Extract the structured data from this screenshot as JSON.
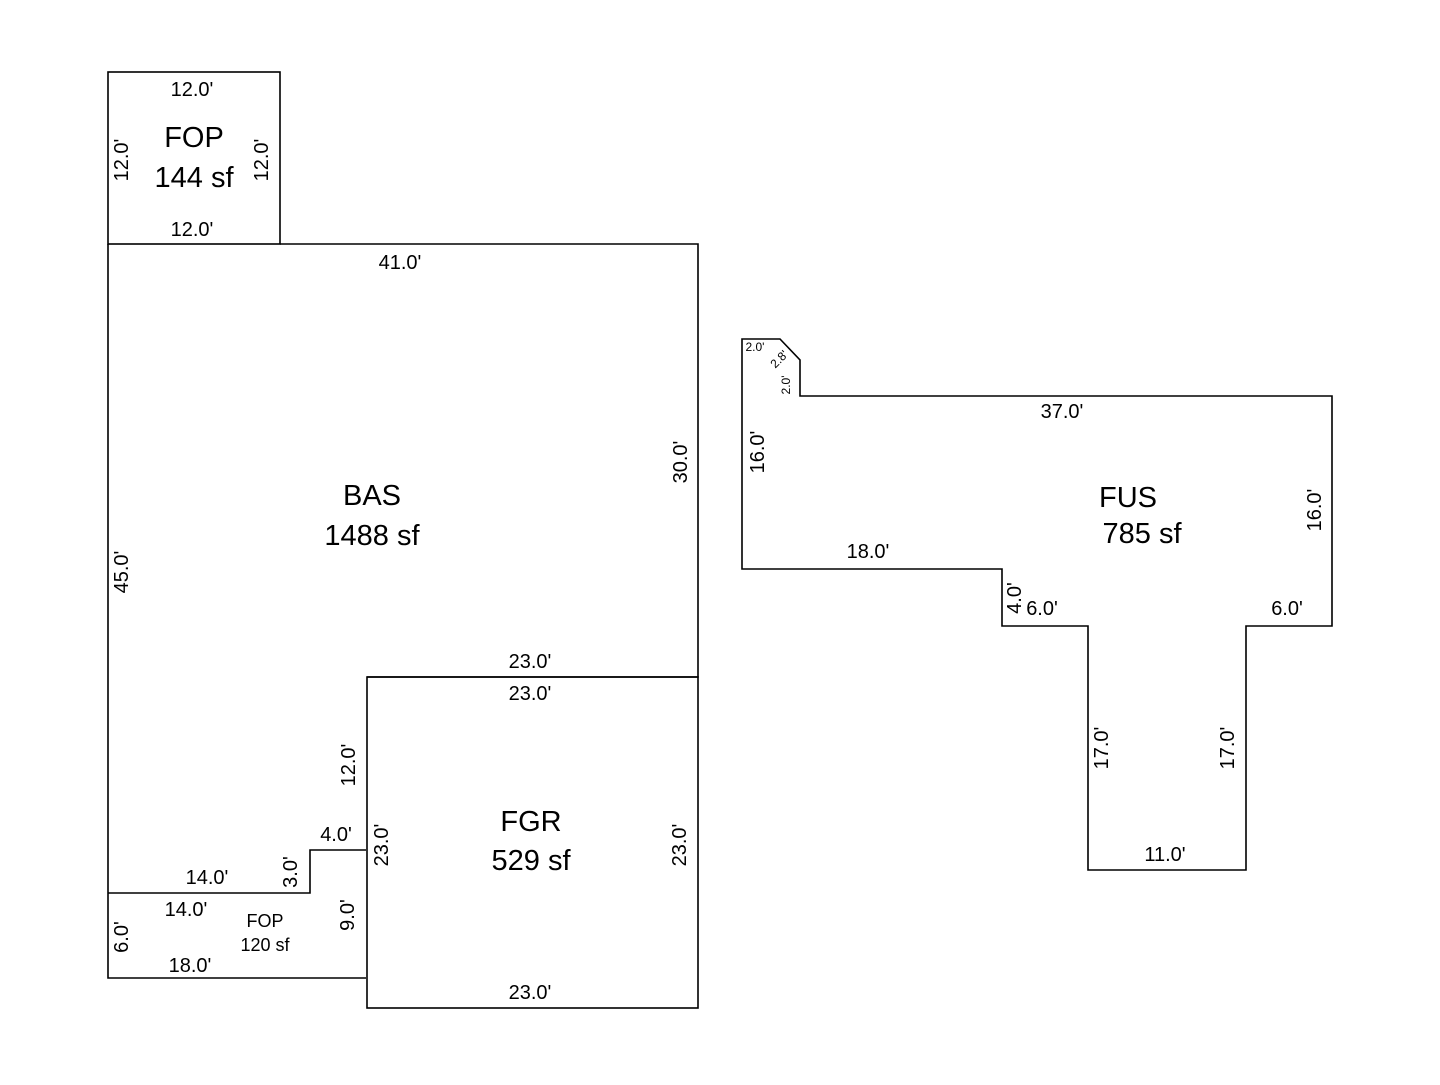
{
  "areas": {
    "fop_top": {
      "name": "FOP",
      "size": "144 sf"
    },
    "bas": {
      "name": "BAS",
      "size": "1488 sf"
    },
    "fgr": {
      "name": "FGR",
      "size": "529 sf"
    },
    "fop_bottom": {
      "name": "FOP",
      "size": "120 sf"
    },
    "fus": {
      "name": "FUS",
      "size": "785 sf"
    }
  },
  "dimensions": {
    "fop_top": {
      "top": "12.0'",
      "left": "12.0'",
      "right": "12.0'",
      "bottom": "12.0'"
    },
    "bas": {
      "top": "41.0'",
      "right": "30.0'",
      "left": "45.0'",
      "step_top": "23.0'",
      "inner_vertical": "12.0'",
      "notch_top": "4.0'",
      "notch_side": "3.0'",
      "bottom_left": "14.0'"
    },
    "fgr": {
      "top": "23.0'",
      "left": "23.0'",
      "right": "23.0'",
      "bottom": "23.0'"
    },
    "fop_bottom": {
      "top": "14.0'",
      "left": "6.0'",
      "right": "9.0'",
      "bottom": "18.0'"
    },
    "fus": {
      "corner_top": "2.0'",
      "corner_diag": "2.8'",
      "corner_side": "2.0'",
      "top": "37.0'",
      "left": "16.0'",
      "right": "16.0'",
      "mid_left": "18.0'",
      "step_down": "4.0'",
      "step_left": "6.0'",
      "step_right": "6.0'",
      "stem_left": "17.0'",
      "stem_right": "17.0'",
      "stem_bottom": "11.0'"
    }
  }
}
